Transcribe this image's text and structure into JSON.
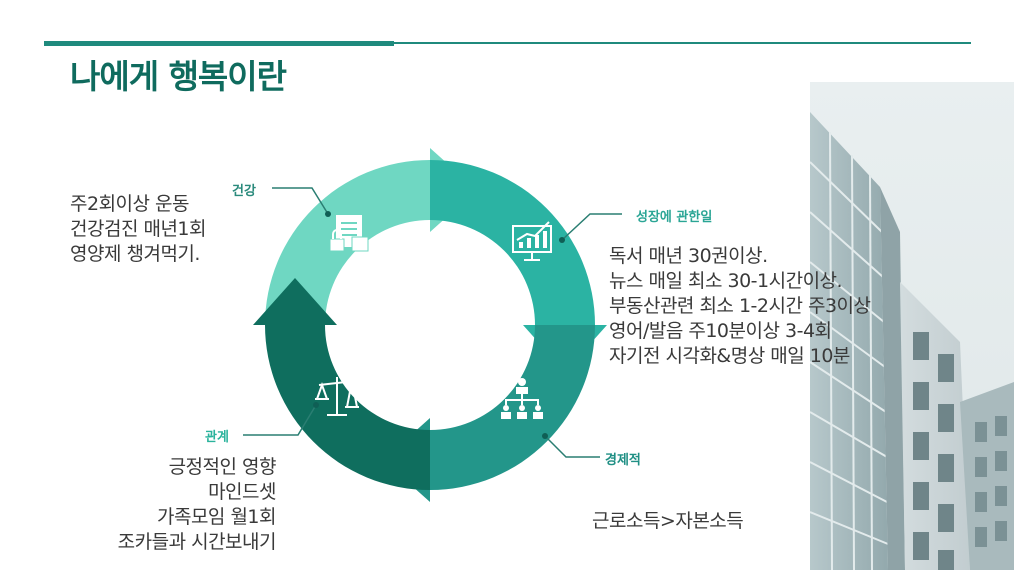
{
  "title": "나에게 행복이란",
  "colors": {
    "accent": "#1f8a7d",
    "segment_health": "#6fd7c2",
    "segment_growth": "#2bb3a3",
    "segment_economy": "#23968a",
    "segment_relation": "#0f6e5e"
  },
  "segments": {
    "health": {
      "label": "건강",
      "icon": "document-lock-icon",
      "notes": [
        "주2회이상 운동",
        "건강검진 매년1회",
        "영양제 챙겨먹기."
      ]
    },
    "growth": {
      "label": "성장에 관한일",
      "icon": "chart-monitor-icon",
      "notes": [
        "독서 매년 30권이상.",
        "뉴스 매일 최소 30-1시간이상.",
        "부동산관련 최소 1-2시간 주3이상",
        "영어/발음 주10분이상 3-4회",
        "자기전 시각화&명상 매일 10분"
      ]
    },
    "economy": {
      "label": "경제적",
      "icon": "org-chart-icon",
      "notes": [
        "근로소득>자본소득"
      ]
    },
    "relation": {
      "label": "관계",
      "icon": "scale-icon",
      "notes": [
        "긍정적인 영향",
        "마인드셋",
        "가족모임 월1회",
        "조카들과 시간보내기"
      ]
    }
  }
}
